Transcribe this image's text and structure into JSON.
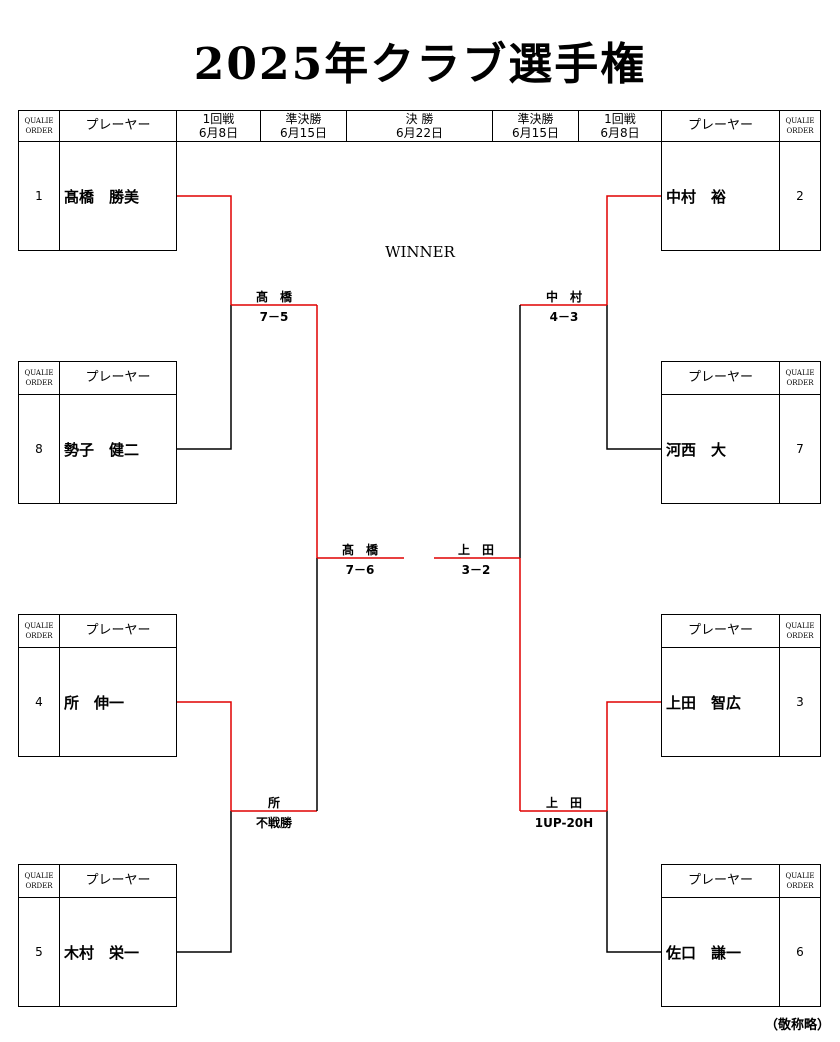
{
  "title": "2025年クラブ選手権",
  "header": {
    "qualie_order": [
      "QUALIE",
      "ORDER"
    ],
    "player": "プレーヤー",
    "rounds": [
      {
        "name": "1回戦",
        "date": "6月8日"
      },
      {
        "name": "準決勝",
        "date": "6月15日"
      },
      {
        "name": "決 勝",
        "date": "6月22日"
      },
      {
        "name": "準決勝",
        "date": "6月15日"
      },
      {
        "name": "1回戦",
        "date": "6月8日"
      }
    ]
  },
  "players": [
    {
      "order": "1",
      "name": "髙橋　勝美"
    },
    {
      "order": "8",
      "name": "勢子　健二"
    },
    {
      "order": "4",
      "name": "所　伸一"
    },
    {
      "order": "5",
      "name": "木村　栄一"
    },
    {
      "order": "2",
      "name": "中村　裕"
    },
    {
      "order": "7",
      "name": "河西　大"
    },
    {
      "order": "3",
      "name": "上田　智広"
    },
    {
      "order": "6",
      "name": "佐口　謙一"
    }
  ],
  "results": {
    "left_top": {
      "winner": "髙　橋",
      "score": "7－5"
    },
    "left_bottom": {
      "winner": "所",
      "score": "不戦勝"
    },
    "left_semi": {
      "winner": "髙　橋",
      "score": "7－6"
    },
    "right_top": {
      "winner": "中　村",
      "score": "4－3"
    },
    "right_bottom": {
      "winner": "上　田",
      "score": "1UP-20H"
    },
    "right_semi": {
      "winner": "上　田",
      "score": "3－2"
    }
  },
  "winner_label": "WINNER",
  "note": "（敬称略）",
  "colors": {
    "win_line": "#e00000",
    "line": "#000000"
  }
}
